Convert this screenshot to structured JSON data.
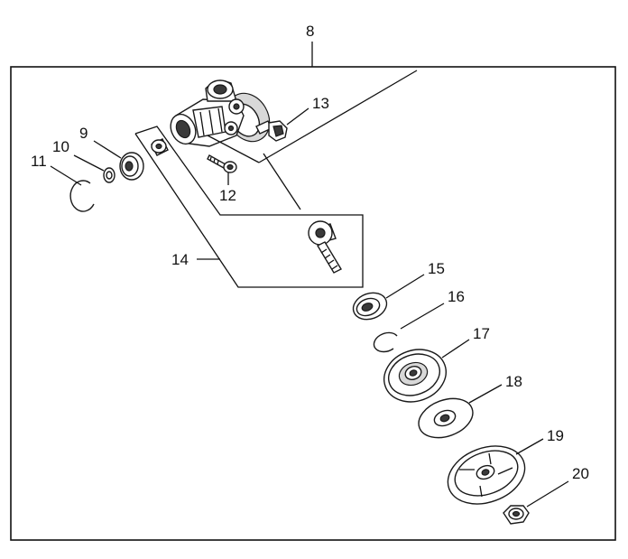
{
  "diagram": {
    "callouts": [
      {
        "id": "8",
        "label": "8"
      },
      {
        "id": "9",
        "label": "9"
      },
      {
        "id": "10",
        "label": "10"
      },
      {
        "id": "11",
        "label": "11"
      },
      {
        "id": "12",
        "label": "12"
      },
      {
        "id": "13",
        "label": "13"
      },
      {
        "id": "14",
        "label": "14"
      },
      {
        "id": "15",
        "label": "15"
      },
      {
        "id": "16",
        "label": "16"
      },
      {
        "id": "17",
        "label": "17"
      },
      {
        "id": "18",
        "label": "18"
      },
      {
        "id": "19",
        "label": "19"
      },
      {
        "id": "20",
        "label": "20"
      }
    ]
  }
}
